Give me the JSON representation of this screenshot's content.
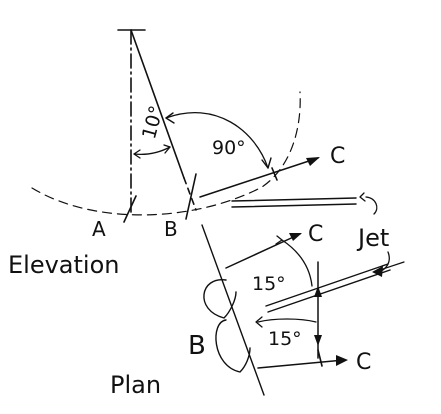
{
  "labels": {
    "angle_10": "10°",
    "angle_90": "90°",
    "angle_15_top": "15°",
    "angle_15_bottom": "15°",
    "point_a": "A",
    "point_b_elev": "B",
    "point_b_plan": "B",
    "point_c_elev": "C",
    "point_c_plan_top": "C",
    "point_c_plan_bottom": "C",
    "jet": "Jet",
    "elevation": "Elevation",
    "plan": "Plan"
  },
  "angles": {
    "elevation_tilt_deg": 10,
    "elevation_jet_deg": 90,
    "plan_deflection_deg": 15
  },
  "colors": {
    "ink": "#111111",
    "paper": "#ffffff"
  }
}
